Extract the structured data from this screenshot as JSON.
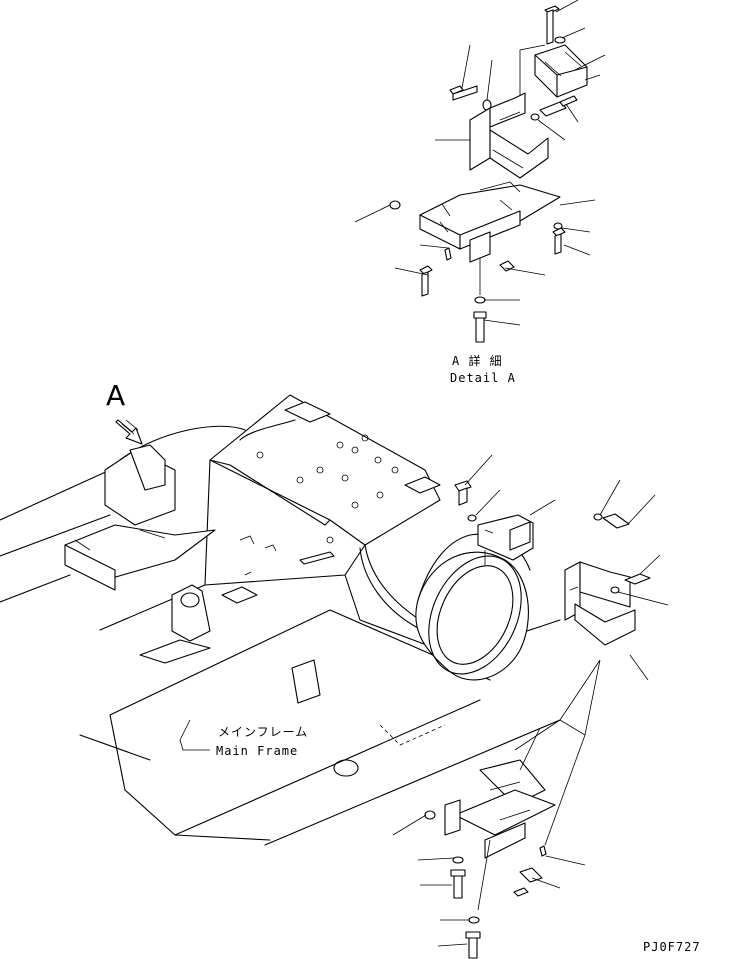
{
  "view_label": "A",
  "detail_label_ja": "A 詳 細",
  "detail_label_en": "Detail A",
  "main_frame_ja": "メインフレーム",
  "main_frame_en": "Main Frame",
  "figure_code": "PJ0F727"
}
